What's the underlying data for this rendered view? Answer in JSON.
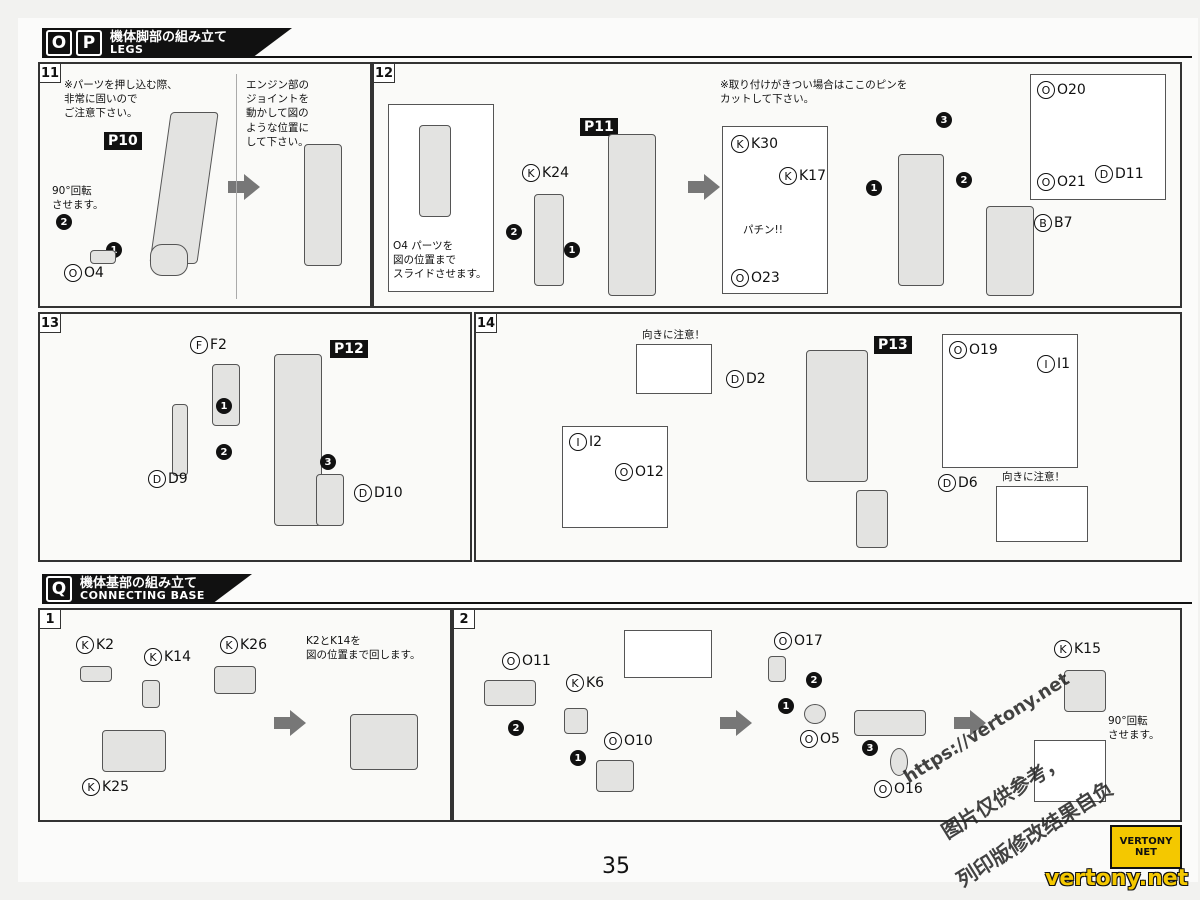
{
  "section_op": {
    "badge1": "O",
    "badge2": "P",
    "title_jp": "機体脚部の組み立て",
    "title_en": "LEGS"
  },
  "section_q": {
    "badge": "Q",
    "title_jp": "機体基部の組み立て",
    "title_en": "CONNECTING BASE"
  },
  "step11": {
    "num": "11",
    "note1": "※パーツを押し込む際、\n非常に固いので\nご注意下さい。",
    "page_ref": "P10",
    "rotate": "90°回転\nさせます。",
    "part": "O4",
    "note2": "エンジン部の\nジョイントを\n動かして図の\nような位置に\nして下さい。"
  },
  "step12": {
    "num": "12",
    "note_slide": "O4 パーツを\n図の位置まで\nスライドさせます。",
    "part_k24": "K24",
    "page_ref": "P11",
    "note_cut": "※取り付けがきつい場合はここのピンを\nカットして下さい。",
    "k30": "K30",
    "k17": "K17",
    "snap": "パチン!!",
    "o23": "O23",
    "o20": "O20",
    "d11": "D11",
    "o21": "O21",
    "b7": "B7"
  },
  "step13": {
    "num": "13",
    "f2": "F2",
    "page_ref": "P12",
    "d9": "D9",
    "d10": "D10"
  },
  "step14": {
    "num": "14",
    "caution1": "向きに注意！",
    "d2": "D2",
    "page_ref": "P13",
    "o19": "O19",
    "i1": "I1",
    "i2": "I2",
    "o12": "O12",
    "d6": "D6",
    "caution2": "向きに注意！"
  },
  "stepq1": {
    "num": "1",
    "k2": "K2",
    "k14": "K14",
    "k26": "K26",
    "k25": "K25",
    "note": "K2とK14を\n図の位置まで回します。"
  },
  "stepq2": {
    "num": "2",
    "o11": "O11",
    "k6": "K6",
    "o10": "O10",
    "o17": "O17",
    "o5": "O5",
    "o16": "O16",
    "k15": "K15",
    "rotate": "90°回転\nさせます。"
  },
  "page_number": "35",
  "watermark": {
    "url": "https://vertony.net",
    "line1": "图片仅供参考，",
    "line2": "列印版修改结果自负",
    "logo_top": "VERTONY",
    "logo_bottom": "NET",
    "site": "vertony.net"
  },
  "colors": {
    "ink": "#111111",
    "part_fill": "#e3e3e1",
    "logo": "#f4c800"
  }
}
